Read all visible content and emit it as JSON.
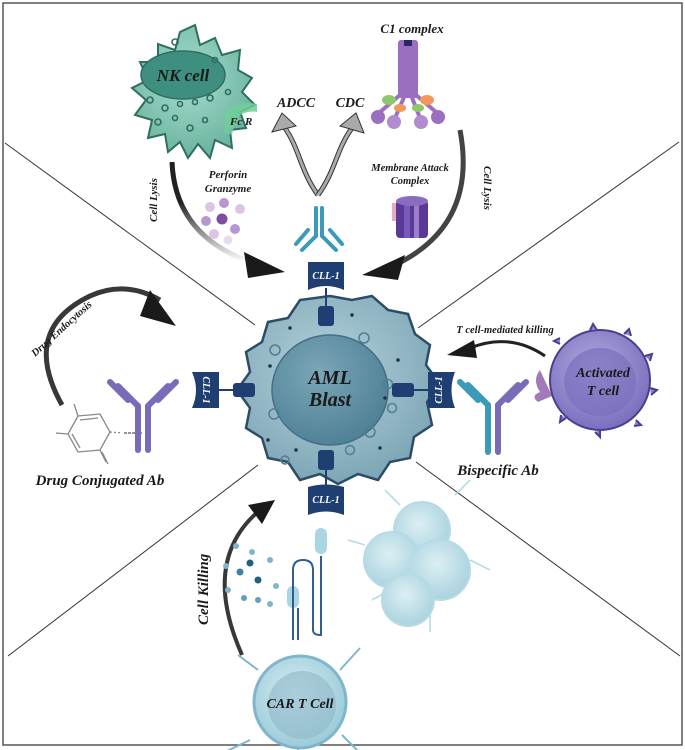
{
  "figure": {
    "center_cell": {
      "line1": "AML",
      "line2": "Blast"
    },
    "receptor_label": "CLL-1",
    "nk": {
      "cell_label": "NK cell",
      "receptor_label": "Fc R",
      "lysis_label": "Cell Lysis",
      "granules_label_1": "Perforin",
      "granules_label_2": "Granzyme"
    },
    "mechanisms": {
      "adcc": "ADCC",
      "cdc": "CDC"
    },
    "complement": {
      "c1_label": "C1 complex",
      "mac_label_1": "Membrane Attack",
      "mac_label_2": "Complex",
      "lysis_label": "Cell Lysis"
    },
    "adc": {
      "title": "Drug Conjugated Ab",
      "arrow_label": "Drug Endocytosis"
    },
    "bispecific": {
      "title": "Bispecific Ab",
      "arrow_label": "T cell-mediated killing",
      "tcell_label_1": "Activated",
      "tcell_label_2": "T cell"
    },
    "car_t": {
      "cell_label": "CAR T Cell",
      "arrow_label": "Cell Killing"
    },
    "colors": {
      "aml_cell": "#8fb4c2",
      "aml_nucleus": "#5f8fa3",
      "receptor": "#1f3f73",
      "nk_cell": "#7cc3b0",
      "nk_nucleus": "#3f8f80",
      "antibody_teal": "#3a9ab8",
      "antibody_purple": "#7a6ab8",
      "tcell": "#8f84c9",
      "car_t": "#a9d6e2",
      "c1": "#9b6fbf"
    }
  }
}
